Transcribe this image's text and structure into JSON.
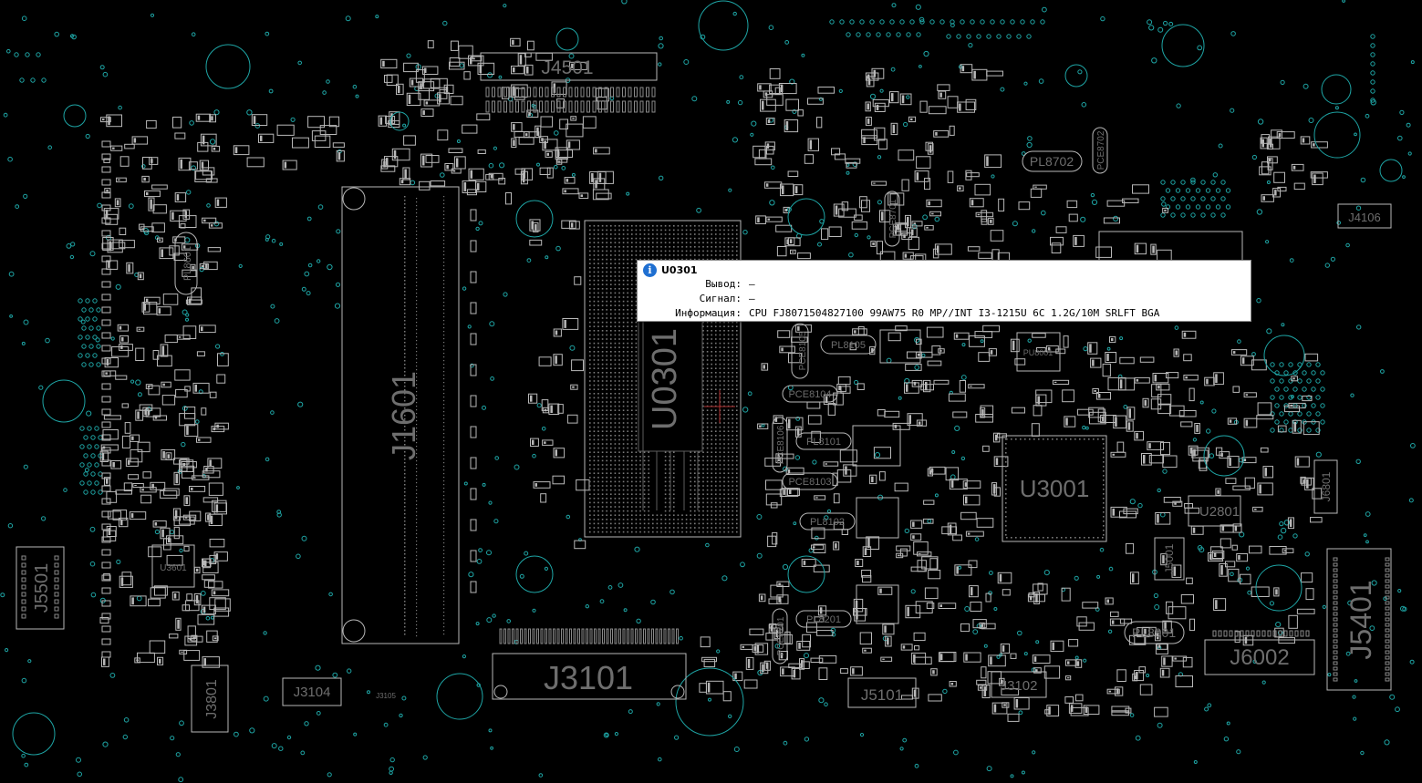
{
  "board": {
    "designators": {
      "j4501": "J4501",
      "j1601": "J1601",
      "u0301": "U0301",
      "j3101": "J3101",
      "u3001": "U3001",
      "j5401": "J5401",
      "j6002": "J6002",
      "j5501": "J5501",
      "j3801": "J3801",
      "j3104": "J3104",
      "j5101": "J5101",
      "j3102": "J3102",
      "pl8702": "PL8702",
      "pl8901": "PL8901",
      "u2801": "U2801",
      "j4106": "J4106",
      "j6801": "J6801",
      "j5001": "J5001",
      "pl8601": "PL8601",
      "u3601": "U3601",
      "pu8001": "PU8001",
      "pce8105": "PCE8105",
      "pl8105": "PL8105",
      "pce8104": "PCE8104",
      "pl8101": "PL8101",
      "pce8103": "PCE8103",
      "pl8102": "PL8102",
      "pl8201": "PL8201",
      "pce8201": "PCE8201",
      "pce8702": "PCE8702",
      "pce8701": "PCE8701",
      "pce8106": "PCE8106",
      "j3105": "J3105"
    }
  },
  "tooltip": {
    "title": "U0301",
    "rows": [
      {
        "label": "Вывод:",
        "value": "—"
      },
      {
        "label": "Сигнал:",
        "value": "—"
      },
      {
        "label": "Информация:",
        "value": "CPU FJ8071504827100 99AW75 R0 MP//INT I3-1215U 6C 1.2G/10M SRLFT BGA"
      }
    ]
  },
  "colors": {
    "background": "#000000",
    "outline": "#b8b8b8",
    "designator": "#6e6e6e",
    "via": "#1ea5a5",
    "cursor": "#b03030",
    "info_icon": "#1f6fd1"
  }
}
